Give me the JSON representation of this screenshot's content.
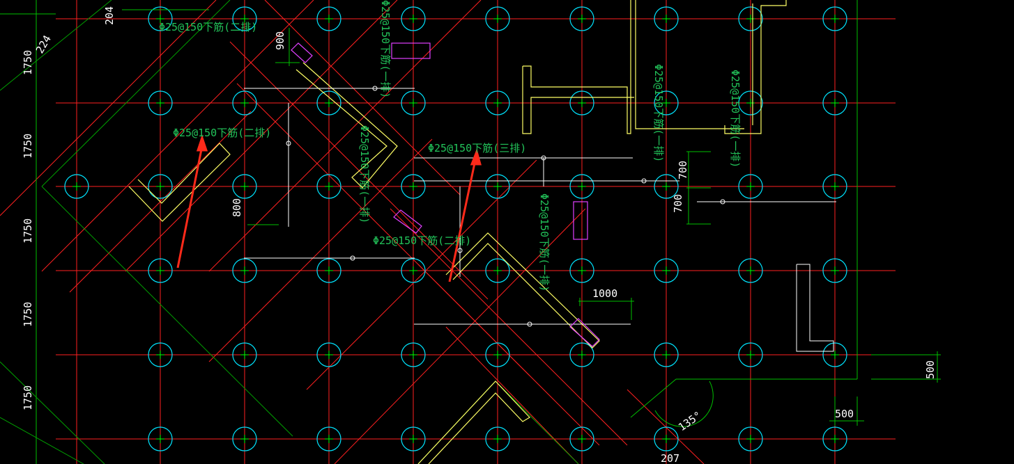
{
  "colors": {
    "background": "#000000",
    "grid_axis": "#ff2020",
    "pile": "#00e5ff",
    "pile_center": "#00ff00",
    "beam": "#ffff66",
    "dimension": "#00ff00",
    "rebar_label": "#22c45a",
    "white_rebar": "#ffffff",
    "magenta": "#e040ff",
    "arrow": "#ff2a1a"
  },
  "dimensions": {
    "left_spacing": [
      "1750",
      "1750",
      "1750",
      "1750",
      "1750"
    ],
    "top_left_a": "204",
    "top_left_b": "224",
    "top_mid": "900",
    "slab_800": "800",
    "right_700_a": "700",
    "right_700_b": "700",
    "dim_1000": "1000",
    "dim_500_right": "500",
    "dim_500_bottom": "500",
    "angle_135": "135°",
    "dim_207": "207"
  },
  "rebar_labels": {
    "top_left": "Φ25@150下筋(二排)",
    "mid_left": "Φ25@150下筋(二排)",
    "center": "Φ25@150下筋(三排)",
    "lower_center": "Φ25@150下筋(二排)",
    "vertical_a": "Φ25@150下筋(一排)",
    "vertical_b": "Φ25@150下筋(一排)",
    "vertical_c": "Φ25@150下筋(一排)",
    "vertical_d": "Φ25@150下筋(一排)",
    "vertical_e": "Φ25@150下筋(一排)"
  }
}
